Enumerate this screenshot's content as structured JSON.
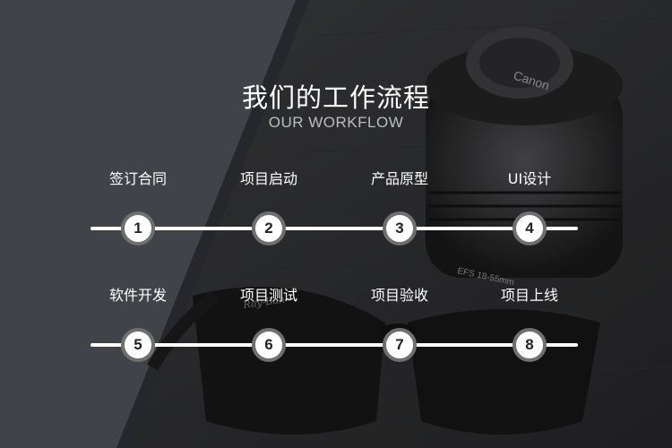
{
  "header": {
    "title": "我们的工作流程",
    "subtitle": "OUR WORKFLOW"
  },
  "workflow": {
    "steps": [
      {
        "num": "1",
        "label": "签订合同"
      },
      {
        "num": "2",
        "label": "项目启动"
      },
      {
        "num": "3",
        "label": "产品原型"
      },
      {
        "num": "4",
        "label": "UI设计"
      },
      {
        "num": "5",
        "label": "软件开发"
      },
      {
        "num": "6",
        "label": "项目测试"
      },
      {
        "num": "7",
        "label": "项目验收"
      },
      {
        "num": "8",
        "label": "项目上线"
      }
    ]
  },
  "background": {
    "lens_text": "Canon",
    "lens_spec": "EFS 18-55mm",
    "glasses_text": "Ray-Ban"
  }
}
